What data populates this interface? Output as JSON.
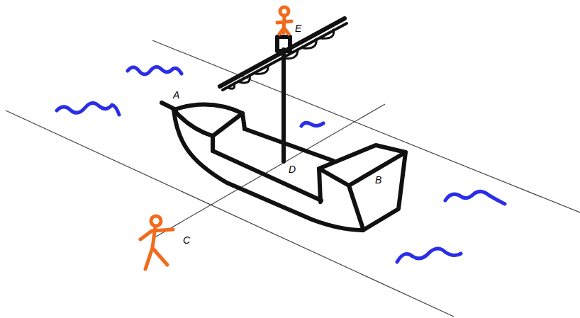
{
  "diagram": {
    "labels": [
      "A",
      "E",
      "D",
      "B",
      "C"
    ]
  }
}
